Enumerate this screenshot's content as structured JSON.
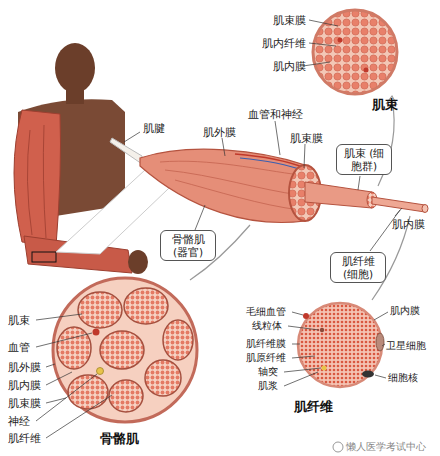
{
  "diagram": {
    "nodes": [
      {
        "text": [
          "肌束 (细胞群)"
        ]
      },
      {
        "text": [
          "骨骼肌 (器官)"
        ]
      },
      {
        "text": [
          "肌纤维 (细胞)"
        ]
      }
    ],
    "labels": [
      "肌束膜",
      "肌内纤维",
      "肌内膜",
      "肌束",
      "肌腱",
      "血管和神经",
      "肌外膜",
      "肌束膜",
      "肌内膜",
      "肌束",
      "血管",
      "肌外膜",
      "肌内膜",
      "肌束膜",
      "神经",
      "肌纤维",
      "骨骼肌",
      "毛细血管",
      "线粒体",
      "肌纤维膜",
      "肌原纤维",
      "轴突",
      "肌浆",
      "肌内膜",
      "卫星细胞",
      "细胞核",
      "肌纤维",
      "懒人医学考试中心"
    ]
  }
}
